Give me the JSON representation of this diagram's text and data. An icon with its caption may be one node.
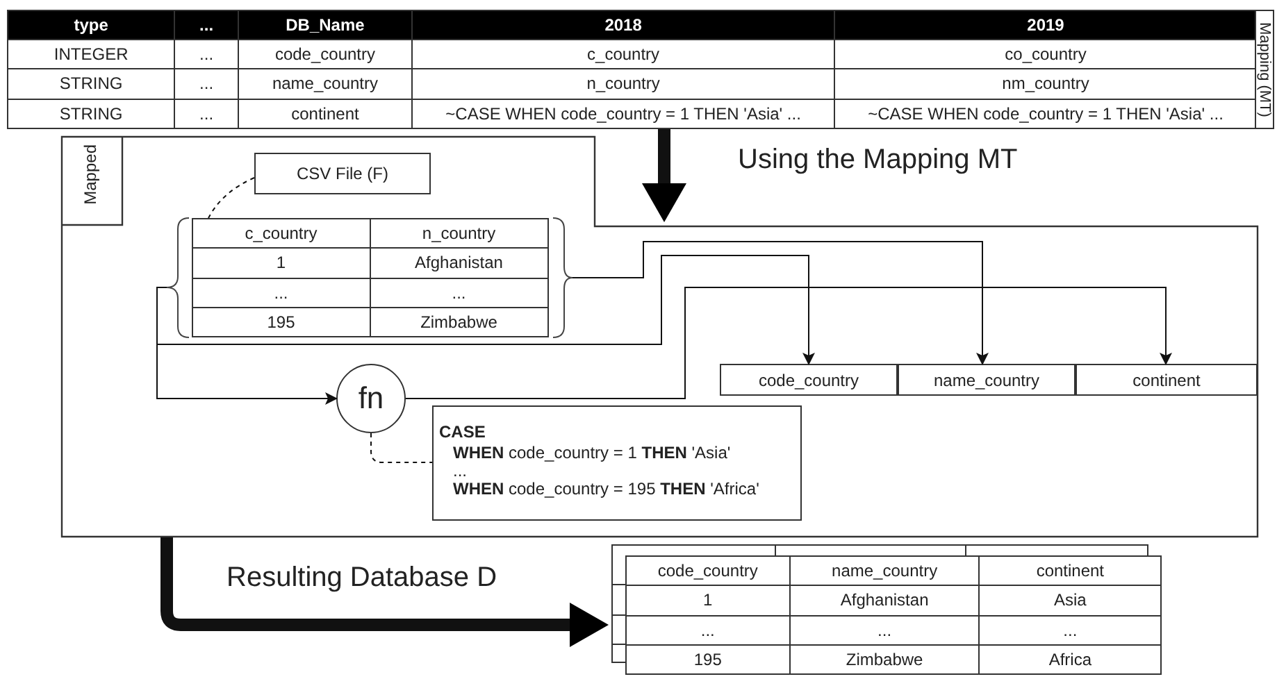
{
  "diagram": {
    "nodes": [
      {
        "text": [
          "Mapping (MT)",
          "type",
          "...",
          "DB_Name",
          "2018",
          "2019",
          "INTEGER",
          "...",
          "code_country",
          "c_country",
          "co_country",
          "STRING",
          "...",
          "name_country",
          "n_country",
          "nm_country",
          "STRING",
          "...",
          "continent",
          "~CASE WHEN code_country = 1 THEN 'Asia' ...",
          "~CASE WHEN code_country = 1 THEN 'Asia' ..."
        ]
      },
      {
        "text": [
          "Mapped"
        ]
      },
      {
        "text": [
          "CSV File (F)"
        ],
        "in": 1
      },
      {
        "text": [
          "c_country",
          "n_country",
          "1",
          "Afghanistan",
          "...",
          "...",
          "195",
          "Zimbabwe"
        ],
        "in": 1
      },
      {
        "text": [
          "code_country"
        ],
        "in": 1
      },
      {
        "text": [
          "name_country"
        ],
        "in": 1
      },
      {
        "text": [
          "continent"
        ],
        "in": 1
      },
      {
        "text": [
          "fn"
        ],
        "in": 1
      },
      {
        "text": [
          "CASE",
          "**WHEN** code_country = 1 **THEN** 'Asia'",
          "...",
          "**WHEN** code_country = 195 **THEN** 'Africa'"
        ],
        "in": 1
      },
      {
        "text": [
          "code_country",
          "name_country",
          "continent",
          "1",
          "Afghanistan",
          "Asia",
          "...",
          "...",
          "...",
          "195",
          "Zimbabwe",
          "Africa"
        ]
      }
    ],
    "edges": [
      {
        "from": 0,
        "to": 1,
        "arrow": "to",
        "label": "Using the Mapping MT",
        "style": "thick"
      },
      {
        "from": 2,
        "to": 3,
        "arrow": "none",
        "style": "dashed"
      },
      {
        "from": 3,
        "to": 4,
        "arrow": "to"
      },
      {
        "from": 3,
        "to": 5,
        "arrow": "to"
      },
      {
        "from": 3,
        "to": 7,
        "arrow": "to"
      },
      {
        "from": 7,
        "to": 6,
        "arrow": "to"
      },
      {
        "from": 7,
        "to": 8,
        "arrow": "none",
        "style": "dashed"
      },
      {
        "from": 1,
        "to": 9,
        "arrow": "to",
        "label": "Resulting Database D",
        "style": "thick"
      }
    ]
  }
}
